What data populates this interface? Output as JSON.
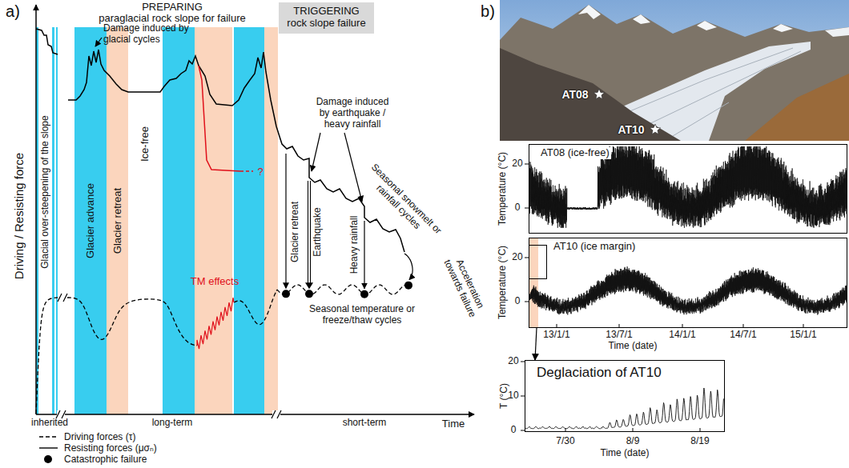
{
  "diagram": {
    "nodes": [
      {
        "text": [
          "TRIGGERING",
          "rock slope failure"
        ]
      },
      {
        "text": [
          "Glacier advance"
        ]
      },
      {
        "text": [
          "Glacier retreat"
        ]
      },
      {
        "text": [
          "AT08 (ice-free)"
        ]
      },
      {
        "text": [
          "AT10 (ice margin)"
        ]
      },
      {
        "text": [
          "Deglaciation of AT10"
        ]
      }
    ],
    "edges": [
      {
        "from": 4,
        "to": 5,
        "arrow": "to"
      }
    ],
    "labels": [
      "a)",
      "PREPARING",
      "paraglacial rock slope for failure",
      "Driving / Resisting force",
      "Glacial over-steepening of the slope",
      "Damage induced by glacial cycles",
      "Ice-free",
      "TM effects",
      "?",
      "Damage induced by earthquake / heavy rainfall",
      "Glacier retreat",
      "Earthquake",
      "Seasonal snowmelt or rainfall cycles",
      "Heavy rainfall",
      "Acceleration towards failure",
      "Seasonal temperature or freeze/thaw cycles",
      "inherited",
      "long-term",
      "short-term",
      "Time",
      "b)",
      "AT08",
      "AT10",
      "Temperature (°C)",
      "20",
      "0",
      "Temperature (°C)",
      "20",
      "0",
      "13/1/1",
      "13/7/1",
      "14/1/1",
      "14/7/1",
      "15/1/1",
      "Time (date)",
      "T (°C)",
      "20",
      "10",
      "0",
      "7/30",
      "8/9",
      "8/19",
      "Time (date)"
    ],
    "legend": [
      {
        "text": "Driving forces (τ)"
      },
      {
        "text": "Resisting forces (μσₙ)"
      },
      {
        "text": "Catastrophic failure"
      }
    ]
  }
}
